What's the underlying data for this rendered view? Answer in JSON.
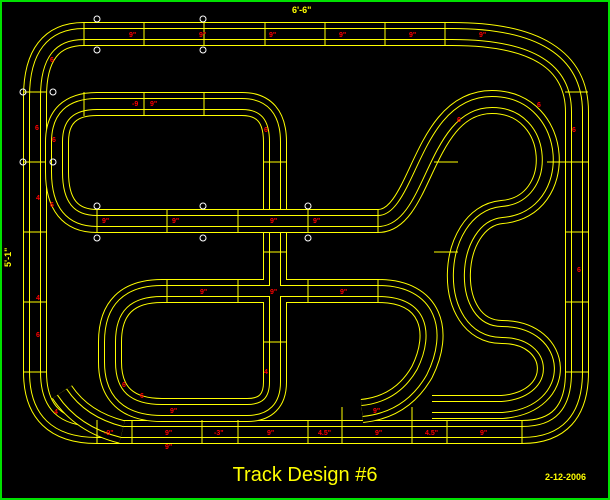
{
  "drawing": {
    "title": "Track Design #6",
    "date": "2-12-2006",
    "width_dimension": "6'-6\"",
    "height_dimension": "5'-1\"",
    "colors": {
      "track": "#ffff00",
      "labels": "#ff0000",
      "border": "#00e000",
      "markers": "#ffffff",
      "background": "#000000"
    }
  },
  "track_labels": [
    "9\"",
    "9\"",
    "9\"",
    "9\"",
    "9\"",
    "9\"",
    "-9",
    "9\"",
    "9\"",
    "9\"",
    "9\"",
    "9\"",
    "9\"",
    "9\"",
    "9\"",
    "-9\"",
    "9\"",
    "-3\"",
    "9\"",
    "4.5\"",
    "9\"",
    "4.5\"",
    "9\"",
    "9\"",
    "9\"",
    "9\"",
    "6",
    "6",
    "6",
    "4",
    "6",
    "4",
    "6",
    "4",
    "6",
    "6",
    "6",
    "4",
    "6",
    "6",
    "6",
    "6"
  ]
}
